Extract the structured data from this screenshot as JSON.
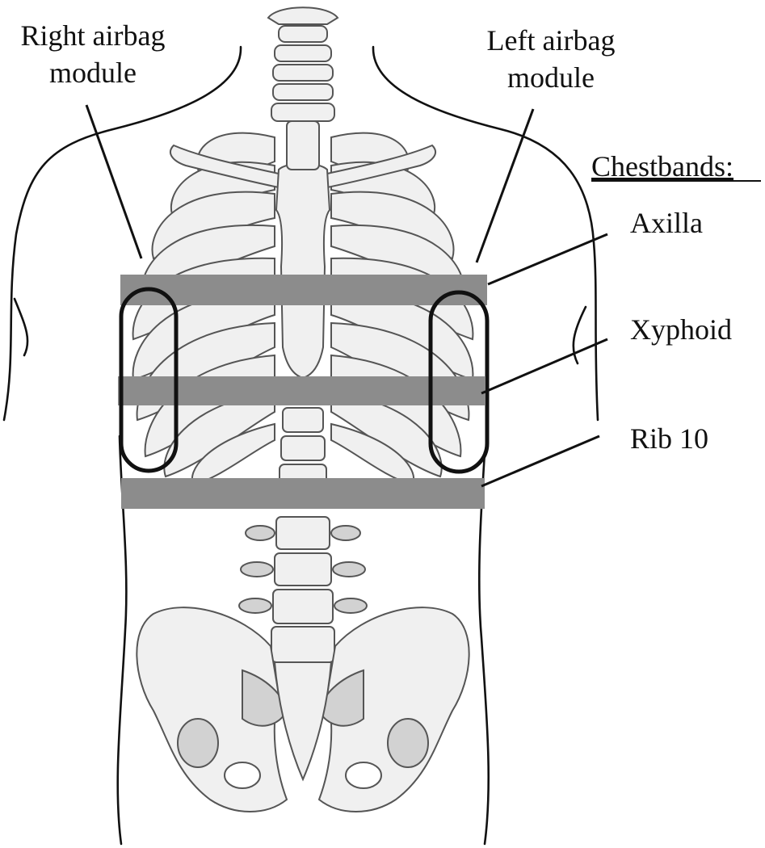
{
  "labels": {
    "right_airbag_line1": "Right airbag",
    "right_airbag_line2": "module",
    "left_airbag_line1": "Left airbag",
    "left_airbag_line2": "module",
    "chestbands_heading": "Chestbands:",
    "band_axilla": "Axilla",
    "band_xyphoid": "Xyphoid",
    "band_rib10": "Rib 10"
  },
  "colors": {
    "band_fill": "#8c8c8c",
    "module_outline": "#111111",
    "bone_fill": "#f0f0f0",
    "bone_shade": "#d2d2d2",
    "outline": "#111111"
  }
}
